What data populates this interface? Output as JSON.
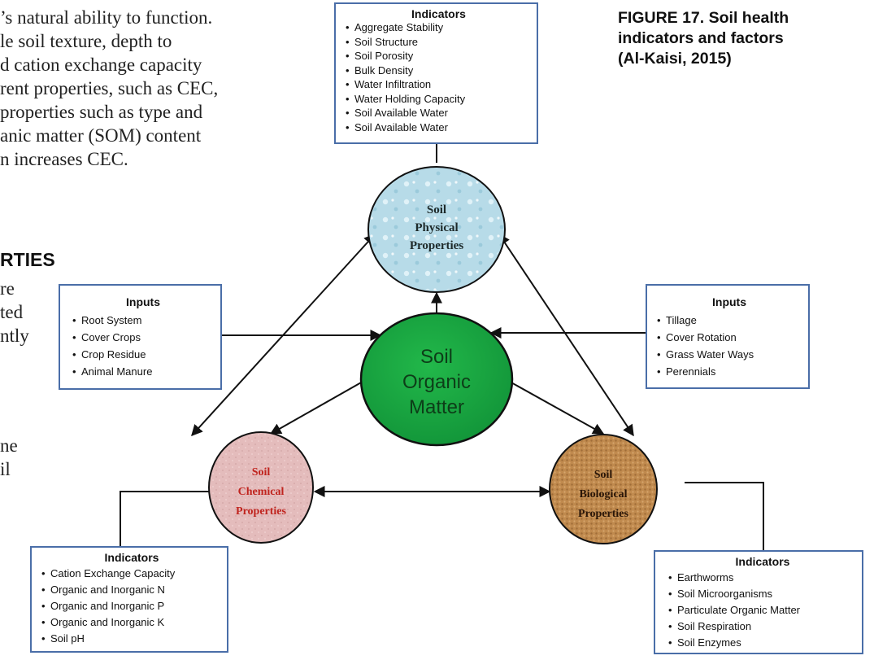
{
  "body_text": {
    "lines_top": [
      "’s natural ability to function.",
      "le soil texture, depth to",
      "d cation exchange capacity",
      "rent properties, such as CEC,",
      "properties such as type and",
      "anic matter (SOM) content",
      "n increases CEC."
    ],
    "heading_fragment": "RTIES",
    "lines_mid": [
      "re",
      "ted",
      "ntly"
    ],
    "lines_low": [
      "ne",
      "il"
    ]
  },
  "figure_caption": {
    "line1": "FIGURE 17. Soil health",
    "line2": "indicators and factors",
    "line3": "(Al-Kaisi, 2015)"
  },
  "boxes": {
    "physical_indicators": {
      "title": "Indicators",
      "items": [
        "Aggregate Stability",
        "Soil Structure",
        "Soil Porosity",
        "Bulk Density",
        "Water Infiltration",
        "Water Holding Capacity",
        "Soil Available Water",
        "Soil Available Water"
      ]
    },
    "left_inputs": {
      "title": "Inputs",
      "items": [
        "Root System",
        "Cover Crops",
        "Crop Residue",
        "Animal Manure"
      ]
    },
    "right_inputs": {
      "title": "Inputs",
      "items": [
        "Tillage",
        "Cover Rotation",
        "Grass Water Ways",
        "Perennials"
      ]
    },
    "chemical_indicators": {
      "title": "Indicators",
      "items": [
        "Cation Exchange Capacity",
        "Organic and Inorganic N",
        "Organic and Inorganic P",
        "Organic and Inorganic K",
        "Soil pH"
      ]
    },
    "biological_indicators": {
      "title": "Indicators",
      "items": [
        "Earthworms",
        "Soil Microorganisms",
        "Particulate Organic Matter",
        "Soil Respiration",
        "Soil Enzymes"
      ]
    }
  },
  "circles": {
    "physical": {
      "line1": "Soil",
      "line2": "Physical",
      "line3": "Properties",
      "fill": "#b7dbe8",
      "text_color": "#1e2a2a"
    },
    "organic": {
      "line1": "Soil",
      "line2": "Organic",
      "line3": "Matter",
      "fill": "#1aa842",
      "text_color": "#0d3d18"
    },
    "chemical": {
      "line1": "Soil",
      "line2": "Chemical",
      "line3": "Properties",
      "fill": "#e4bcbc",
      "text_color": "#c0241e"
    },
    "biological": {
      "line1": "Soil",
      "line2": "Biological",
      "line3": "Properties",
      "fill": "#c08a4e",
      "text_color": "#2a1608"
    }
  },
  "colors": {
    "box_border": "#4a6ea8",
    "arrow": "#111111"
  }
}
